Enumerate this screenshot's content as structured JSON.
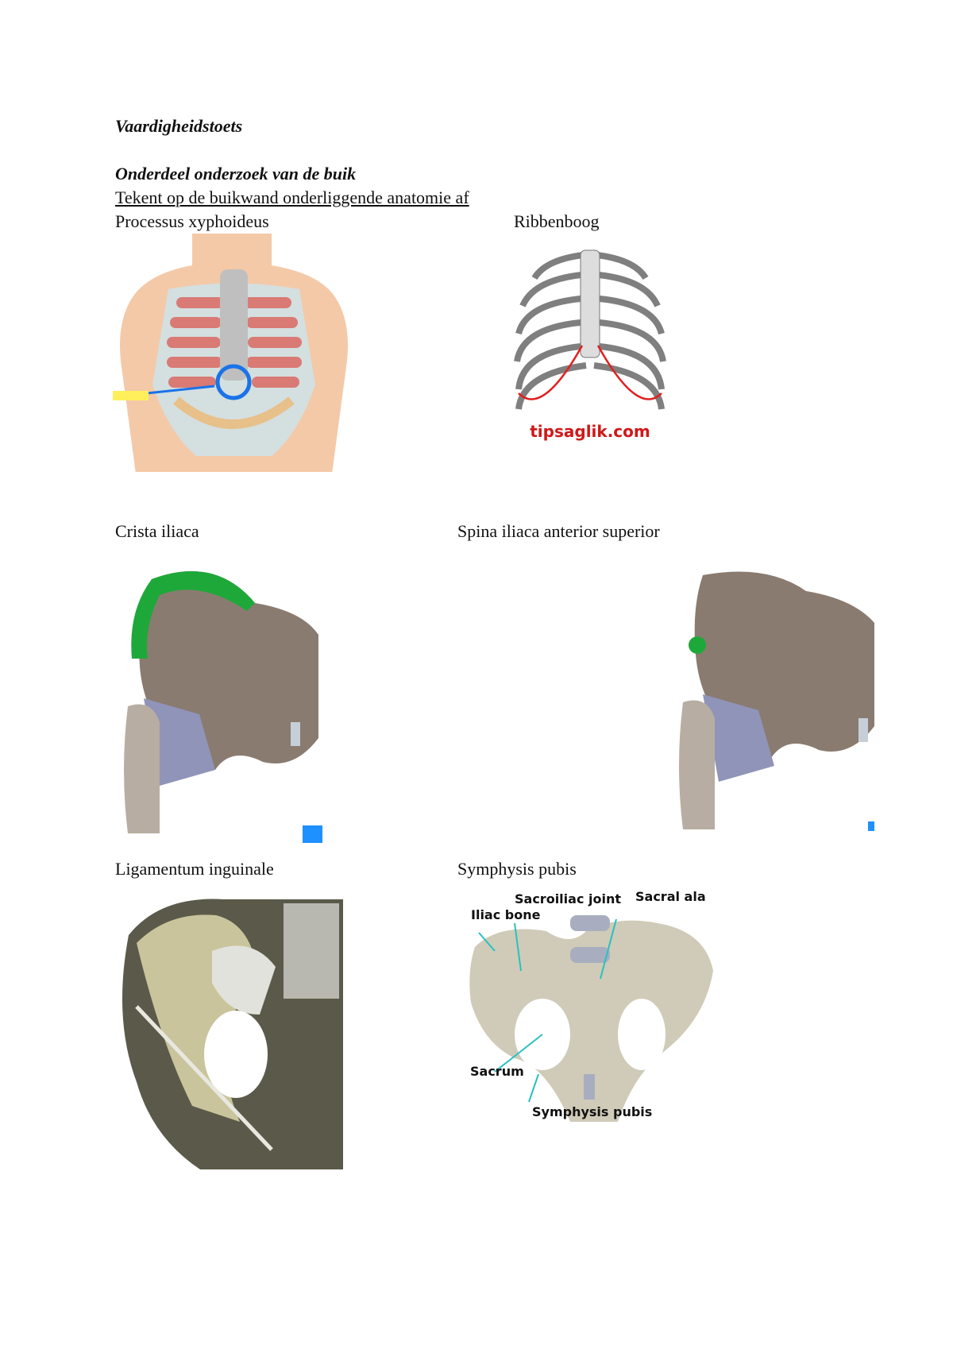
{
  "title": "Vaardigheidstoets",
  "section": "Onderdeel onderzoek van de buik",
  "instruction": "Tekent op de buikwand onderliggende anatomie af",
  "items": [
    {
      "label": "Processus xyphoideus"
    },
    {
      "label": "Ribbenboog"
    },
    {
      "label": "Crista iliaca"
    },
    {
      "label": "Spina iliaca anterior superior"
    },
    {
      "label": "Ligamentum inguinale"
    },
    {
      "label": "Symphysis pubis"
    }
  ],
  "figures": {
    "ribcage_watermark": "tipsaglik.com",
    "pelvis_labels": {
      "iliac_bone": "Iliac bone",
      "sacroiliac_joint": "Sacroiliac joint",
      "sacral_ala": "Sacral ala",
      "sacrum": "Sacrum",
      "symphysis_pubis": "Symphysis pubis"
    }
  },
  "colors": {
    "highlight_green": "#1fa83a",
    "circle_blue": "#1a73e8",
    "rib_red": "#e02020"
  }
}
